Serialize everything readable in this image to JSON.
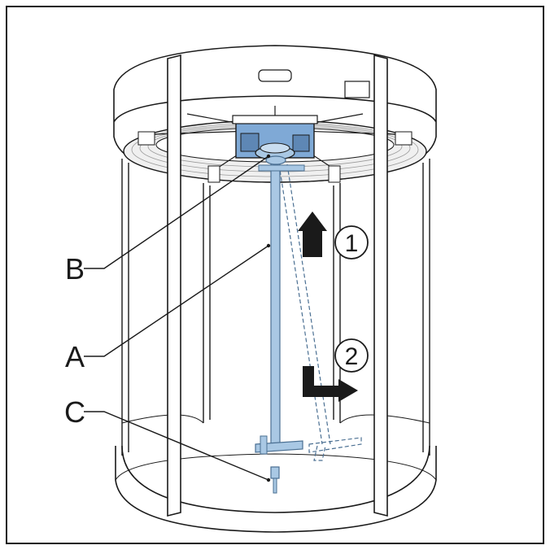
{
  "labels": {
    "a": "A",
    "b": "B",
    "c": "C",
    "step1": "1",
    "step2": "2"
  },
  "colors": {
    "frame": "#1a1a1a",
    "shaft": "#a9c8e4",
    "shaft_edge": "#4a6f92",
    "motor_panel": "#7fa9d6",
    "drum_shade": "#d8d8d8",
    "ring_shade": "#c8c8c8"
  }
}
